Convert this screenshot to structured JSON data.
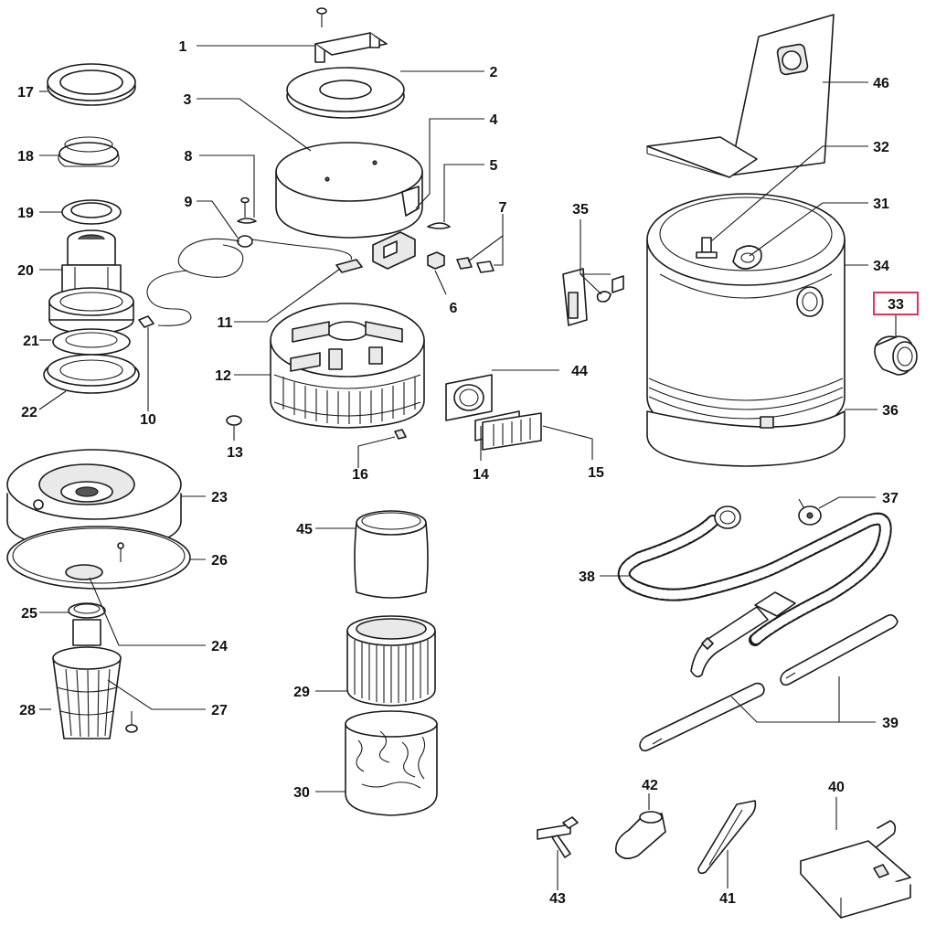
{
  "diagram": {
    "highlight_color": "#e0325a",
    "highlighted_callout": "33",
    "callouts": {
      "c1": "1",
      "c2": "2",
      "c3": "3",
      "c4": "4",
      "c5": "5",
      "c6": "6",
      "c7": "7",
      "c8": "8",
      "c9": "9",
      "c10": "10",
      "c11": "11",
      "c12": "12",
      "c13": "13",
      "c14": "14",
      "c15": "15",
      "c16": "16",
      "c17": "17",
      "c18": "18",
      "c19": "19",
      "c20": "20",
      "c21": "21",
      "c22": "22",
      "c23": "23",
      "c24": "24",
      "c25": "25",
      "c26": "26",
      "c27": "27",
      "c28": "28",
      "c29": "29",
      "c30": "30",
      "c31": "31",
      "c32": "32",
      "c33": "33",
      "c34": "34",
      "c35": "35",
      "c36": "36",
      "c37": "37",
      "c38": "38",
      "c39": "39",
      "c40": "40",
      "c41": "41",
      "c42": "42",
      "c43": "43",
      "c44": "44",
      "c45": "45",
      "c46": "46"
    }
  }
}
